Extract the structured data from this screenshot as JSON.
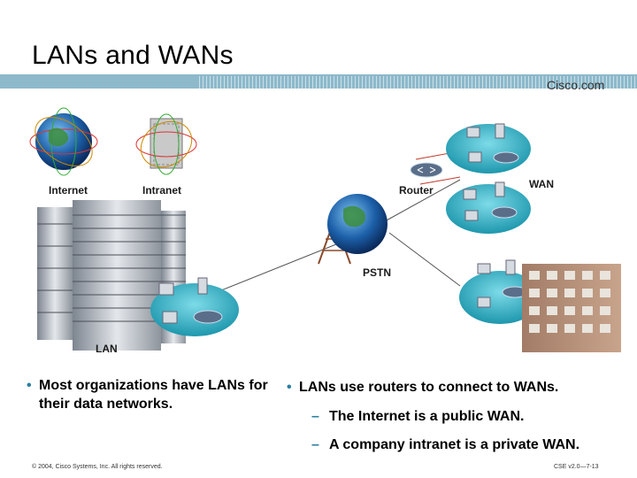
{
  "slide": {
    "title": "LANs and WANs",
    "brand": "Cisco.com"
  },
  "diagram": {
    "labels": {
      "internet": "Internet",
      "intranet": "Intranet",
      "router": "Router",
      "wan": "WAN",
      "pstn": "PSTN",
      "lan": "LAN"
    }
  },
  "bullets": {
    "left": "Most organizations have LANs for their data networks.",
    "right": "LANs use routers to connect to WANs.",
    "sub": [
      "The Internet is a public WAN.",
      "A company intranet is a private WAN."
    ]
  },
  "footer": {
    "copyright": "© 2004, Cisco Systems, Inc. All rights reserved.",
    "course": "CSE v2.0—7-13"
  },
  "colors": {
    "band": "#8db9cb",
    "bullet": "#2a7fa0",
    "network_disc": "#3ab0c4"
  }
}
